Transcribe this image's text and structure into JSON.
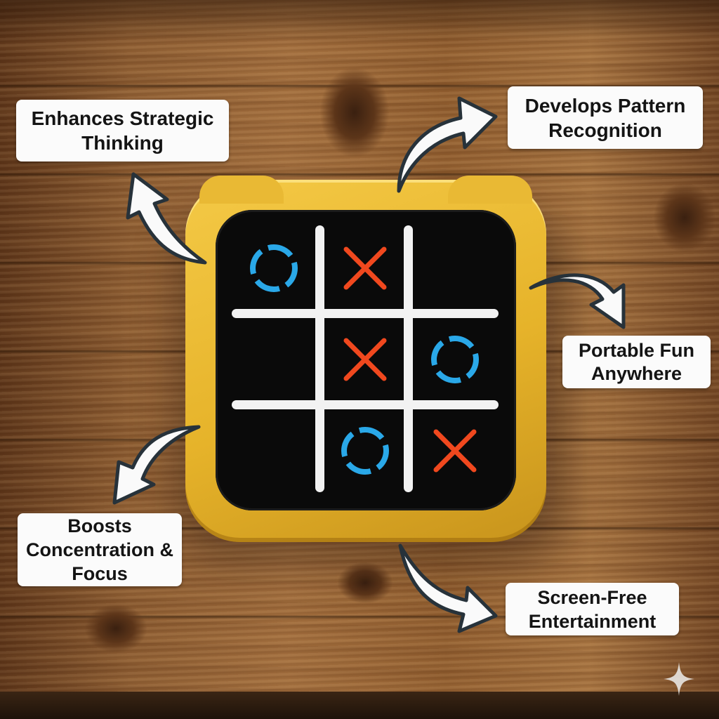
{
  "scene": {
    "background": "rustic wooden tabletop",
    "device_color": "#E8B830",
    "screen_color": "#0A0A0A",
    "grid_color": "#F2F2F2",
    "x_color": "#F0481E",
    "o_color": "#2AA8E8"
  },
  "board": {
    "cells": [
      [
        "O",
        "X",
        ""
      ],
      [
        "",
        "X",
        "O"
      ],
      [
        "",
        "O",
        "X"
      ]
    ]
  },
  "callouts": [
    {
      "id": "strategic",
      "label": "Enhances Strategic Thinking",
      "line1": "Enhances Strategic",
      "line2": "Thinking"
    },
    {
      "id": "pattern",
      "label": "Develops Pattern Recognition",
      "line1": "Develops Pattern",
      "line2": "Recognition"
    },
    {
      "id": "portable",
      "label": "Portable Fun Anywhere",
      "line1": "Portable Fun",
      "line2": "Anywhere"
    },
    {
      "id": "concentration",
      "label": "Boosts Concentration & Focus",
      "line1": "Boosts",
      "line2": "Concentration &",
      "line3": "Focus"
    },
    {
      "id": "screenfree",
      "label": "Screen-Free Entertainment",
      "line1": "Screen-Free",
      "line2": "Entertainment"
    }
  ],
  "watermark": {
    "icon": "sparkle-icon"
  }
}
